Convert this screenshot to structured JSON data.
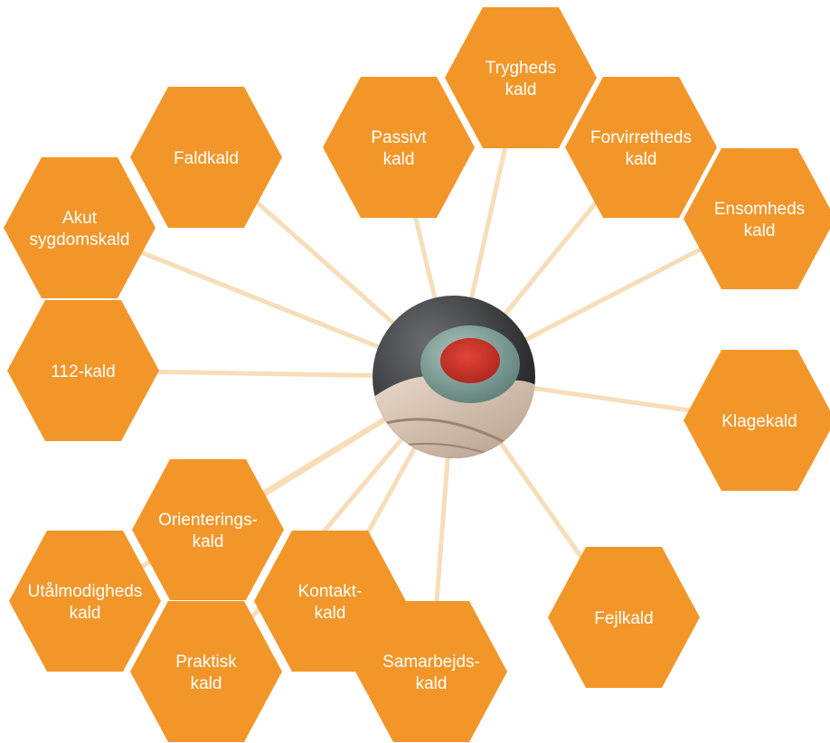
{
  "colors": {
    "hexagon": "#F39629",
    "connector": "#F7DDB8",
    "label": "#ffffff"
  },
  "center": {
    "image": "alarm-button-in-hand-photo"
  },
  "nodes": [
    {
      "id": "trygheds",
      "lines": [
        "Trygheds",
        "kald"
      ]
    },
    {
      "id": "passivt",
      "lines": [
        "Passivt",
        "kald"
      ]
    },
    {
      "id": "forvirretheds",
      "lines": [
        "Forvirretheds",
        "kald"
      ]
    },
    {
      "id": "ensomheds",
      "lines": [
        "Ensomheds",
        "kald"
      ]
    },
    {
      "id": "faldkald",
      "lines": [
        "Faldkald"
      ]
    },
    {
      "id": "akut",
      "lines": [
        "Akut",
        "sygdomskald"
      ]
    },
    {
      "id": "112",
      "lines": [
        "112-kald"
      ]
    },
    {
      "id": "klagekald",
      "lines": [
        "Klagekald"
      ]
    },
    {
      "id": "orienterings",
      "lines": [
        "Orienterings-",
        "kald"
      ]
    },
    {
      "id": "utaalmodigheds",
      "lines": [
        "Utålmodigheds",
        "kald"
      ]
    },
    {
      "id": "kontakt",
      "lines": [
        "Kontakt-",
        "kald"
      ]
    },
    {
      "id": "praktisk",
      "lines": [
        "Praktisk",
        "kald"
      ]
    },
    {
      "id": "samarbejds",
      "lines": [
        "Samarbejds-",
        "kald"
      ]
    },
    {
      "id": "fejlkald",
      "lines": [
        "Fejlkald"
      ]
    }
  ]
}
